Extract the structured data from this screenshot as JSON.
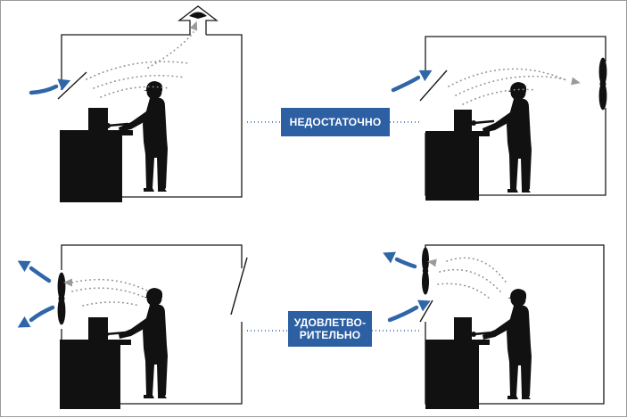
{
  "colors": {
    "badge": "#2d5fa3",
    "arrow_blue": "#2f66a8",
    "arrow_gray": "#9a9a9a",
    "dots": "#8f8f8f",
    "silhouette": "#111111",
    "wall": "#1a1a1a"
  },
  "labels": {
    "insufficient": "НЕДОСТАТОЧНО",
    "satisfactory_line1": "УДОВЛЕТВО-",
    "satisfactory_line2": "РИТЕЛЬНО"
  },
  "panels": [
    {
      "id": "roof-vent",
      "verdict": "insufficient",
      "exhaust": "roof-vent-icon",
      "intake": "side-window"
    },
    {
      "id": "wall-fan-opposite",
      "verdict": "insufficient",
      "exhaust": "fan-icon",
      "intake": "side-window"
    },
    {
      "id": "fan-behind-worker",
      "verdict": "satisfactory",
      "exhaust": "fan-icon",
      "intake": "open-door"
    },
    {
      "id": "fan-near-intake",
      "verdict": "satisfactory",
      "exhaust": "fan-icon",
      "intake": "side-window"
    }
  ]
}
